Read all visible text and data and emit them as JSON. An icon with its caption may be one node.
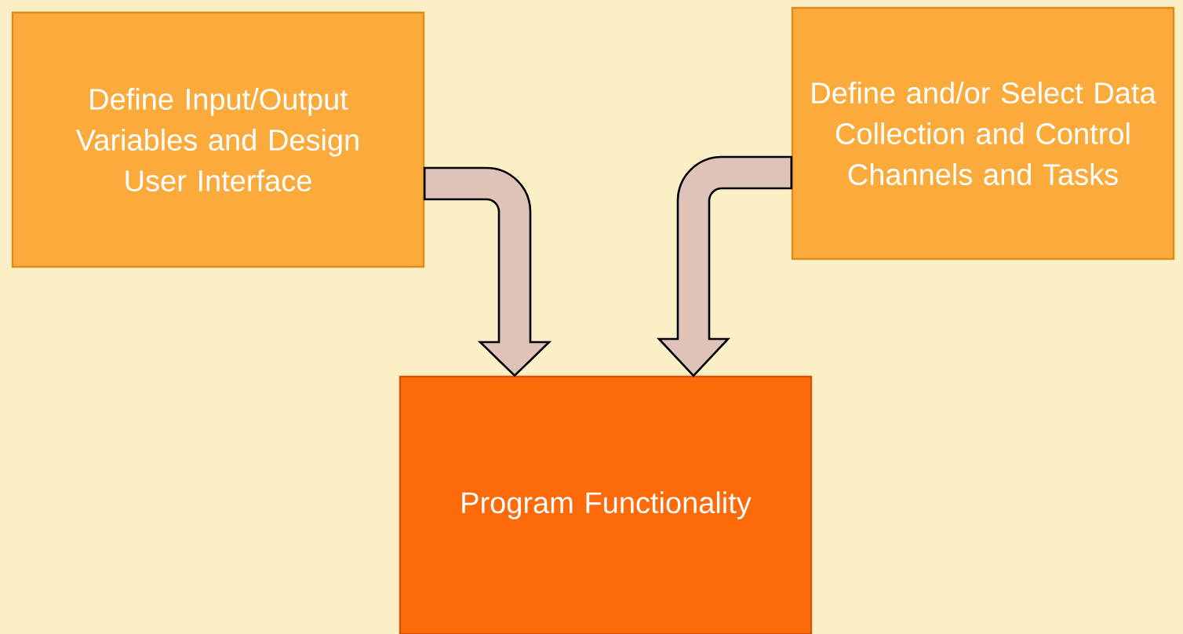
{
  "diagram": {
    "nodes": [
      {
        "text": [
          "Define Input/Output Variables and Design User Interface"
        ]
      },
      {
        "text": [
          "Define and/or Select Data Collection and Control Channels and Tasks"
        ]
      },
      {
        "text": [
          "Program Functionality"
        ]
      }
    ],
    "edges": [
      {
        "from": 0,
        "to": 2,
        "arrow": "to"
      },
      {
        "from": 1,
        "to": 2,
        "arrow": "to"
      }
    ]
  }
}
